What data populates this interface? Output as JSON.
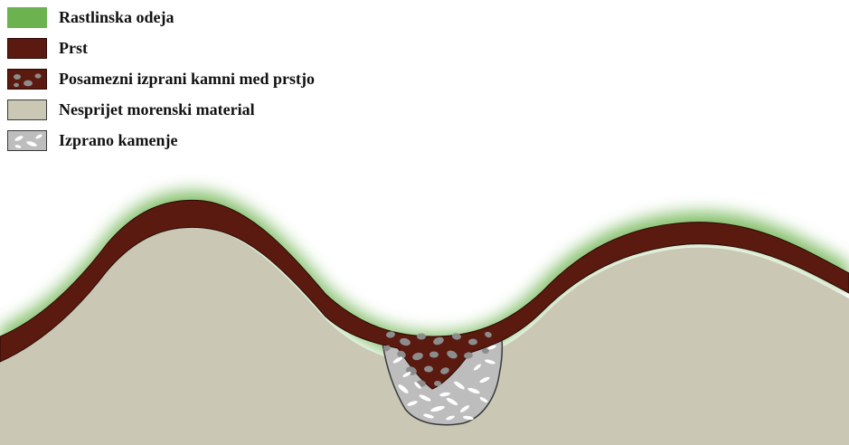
{
  "legend": {
    "items": [
      {
        "label": "Rastlinska odeja",
        "color": "#6cb24e"
      },
      {
        "label": "Prst",
        "color": "#5a1a0f"
      },
      {
        "label": "Posamezni izprani kamni med prstjo",
        "color": "#5a1a0f"
      },
      {
        "label": "Nesprijet morenski material",
        "color": "#cac8b4"
      },
      {
        "label": "Izprano kamenje",
        "color": "#bdbdbd"
      }
    ]
  },
  "colors": {
    "vegetation": "#6cb24e",
    "soil": "#5a1a0f",
    "moraine": "#cac8b4",
    "washed_stones": "#bdbdbd",
    "stone_fill": "#8c8c8c",
    "pebble_white": "#ffffff"
  }
}
